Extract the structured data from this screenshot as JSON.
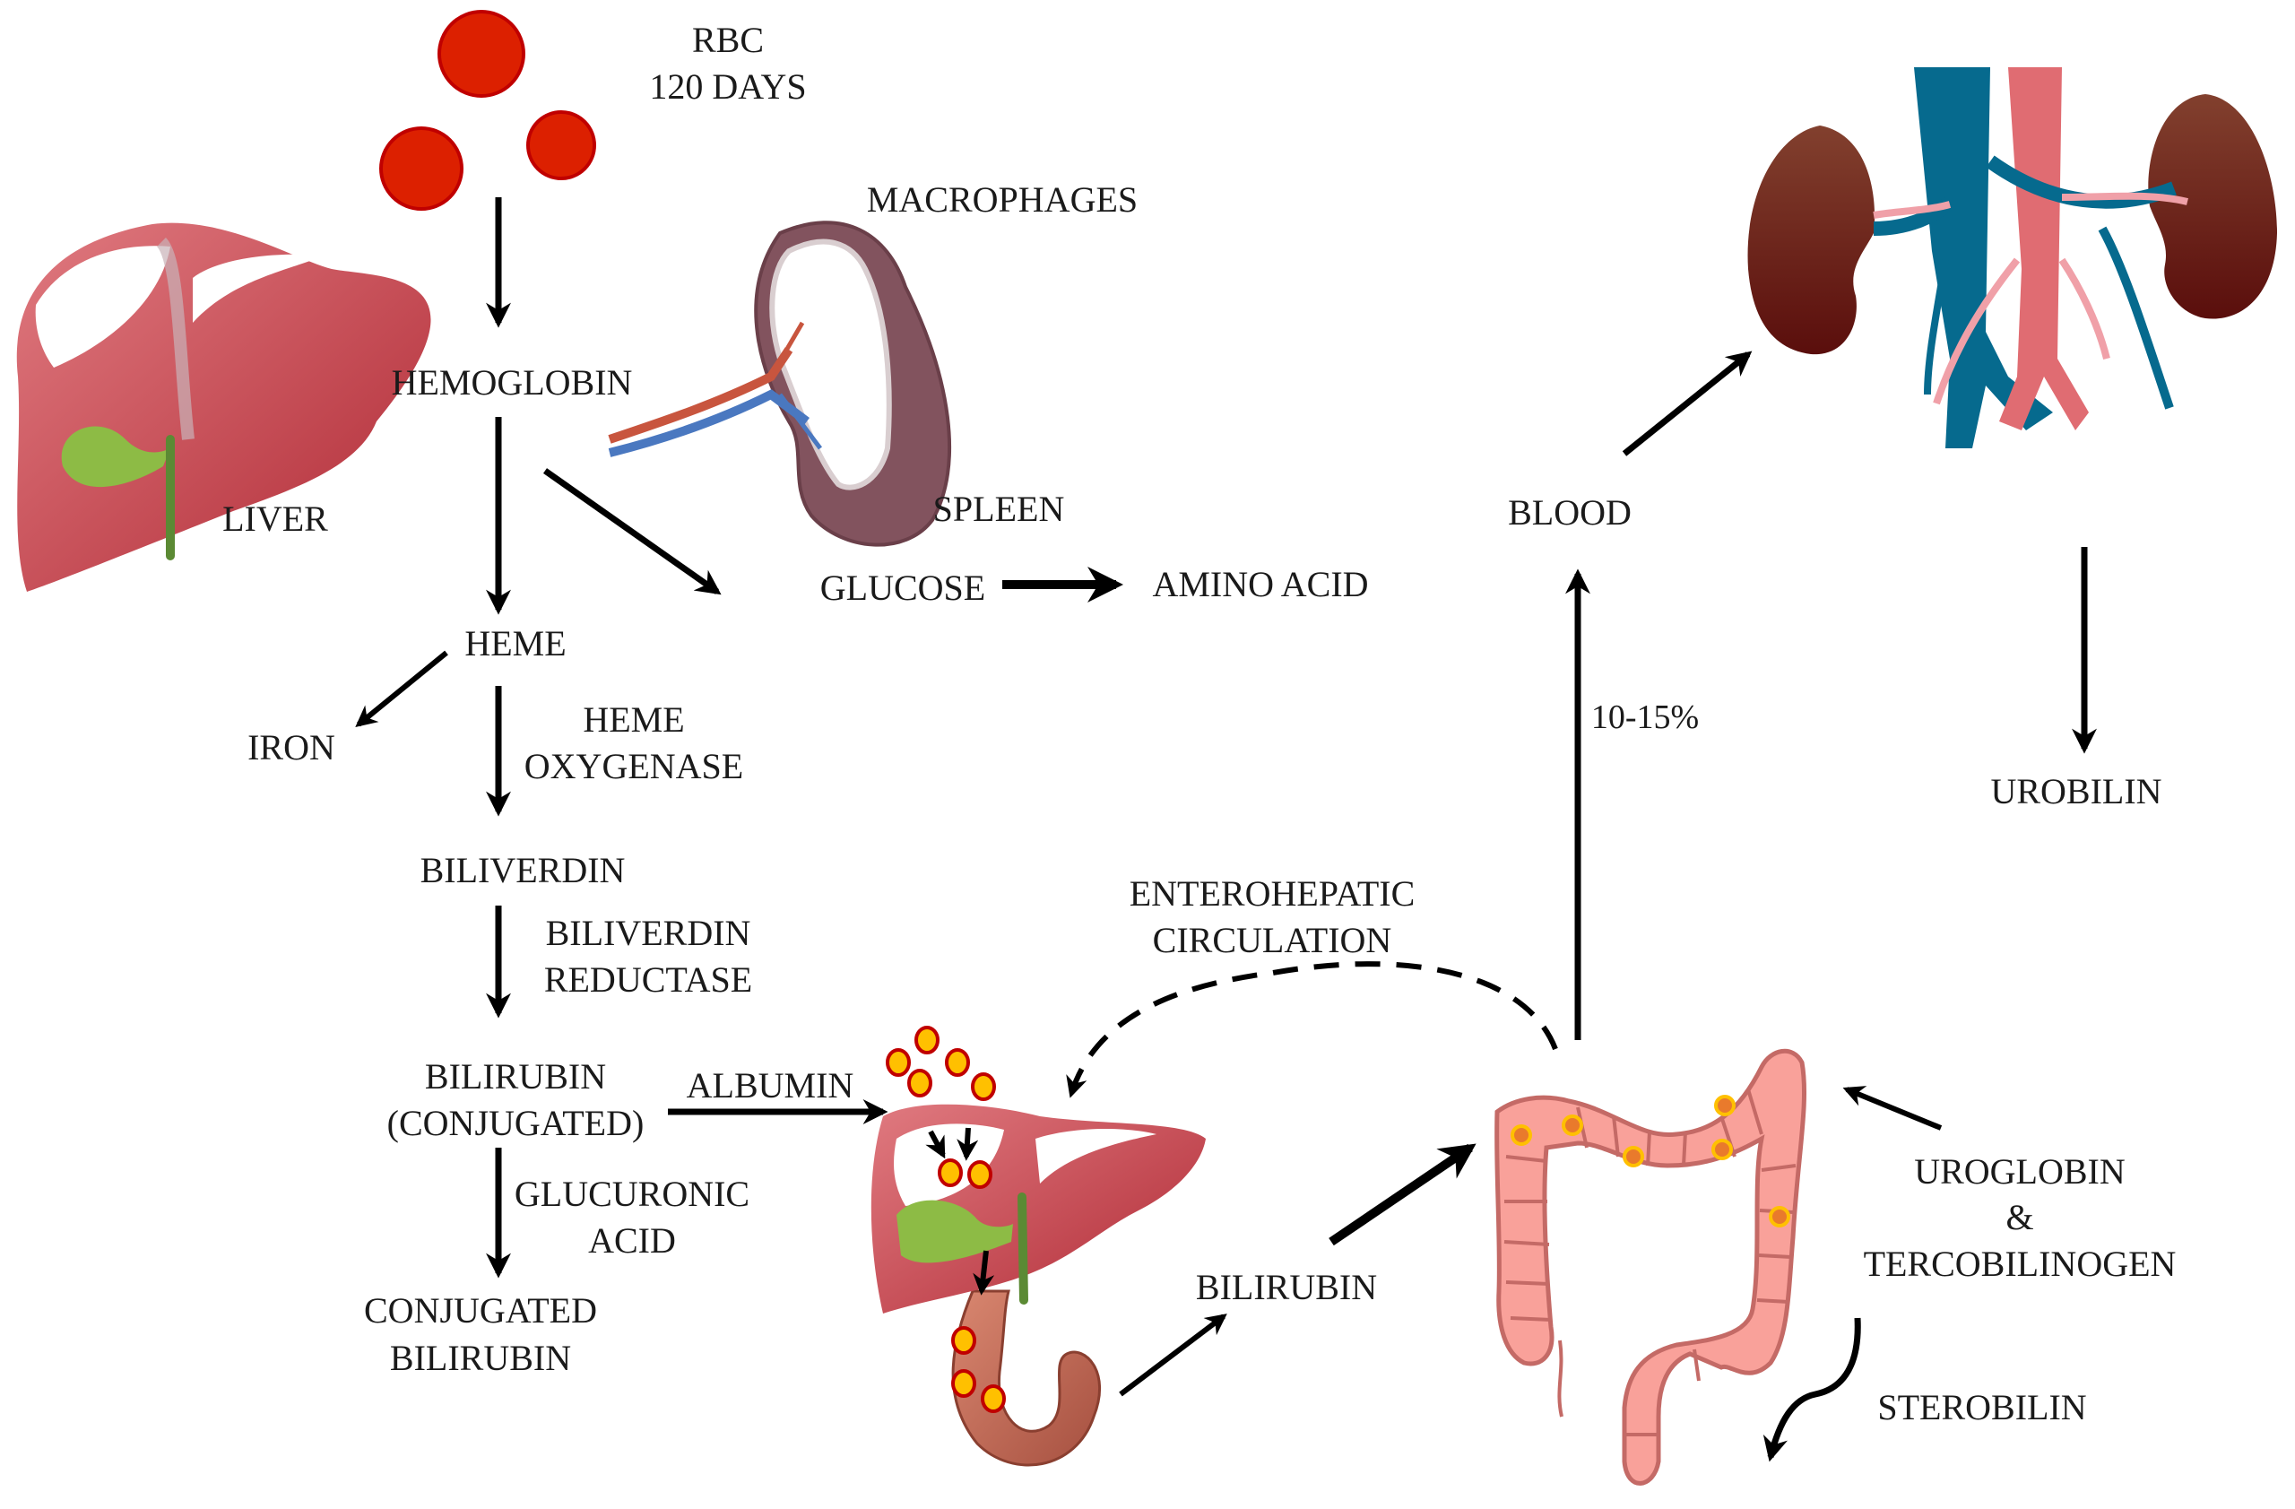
{
  "title": "Bilirubin metabolism pathway",
  "labels": {
    "rbc_line1": "RBC",
    "rbc_line2": "120 DAYS",
    "hemoglobin": "HEMOGLOBIN",
    "macrophages": "MACROPHAGES",
    "liver": "LIVER",
    "spleen": "SPLEEN",
    "glucose": "GLUCOSE",
    "amino_acid": "AMINO ACID",
    "heme": "HEME",
    "iron": "IRON",
    "heme_oxygenase_line1": "HEME",
    "heme_oxygenase_line2": "OXYGENASE",
    "biliverdin": "BILIVERDIN",
    "biliverdin_reductase_line1": "BILIVERDIN",
    "biliverdin_reductase_line2": "REDUCTASE",
    "bilirubin_conj_line1": "BILIRUBIN",
    "bilirubin_conj_line2": "(CONJUGATED)",
    "albumin": "ALBUMIN",
    "glucuronic_line1": "GLUCURONIC",
    "glucuronic_line2": "ACID",
    "conjugated_bilirubin_line1": "CONJUGATED",
    "conjugated_bilirubin_line2": "BILIRUBIN",
    "enterohepatic_line1": "ENTEROHEPATIC",
    "enterohepatic_line2": "CIRCULATION",
    "blood": "BLOOD",
    "percent": "10-15%",
    "urobilin": "UROBILIN",
    "bilirubin": "BILIRUBIN",
    "uroglobin_line1": "UROGLOBIN",
    "uroglobin_line2": "&",
    "uroglobin_line3": "TERCOBILINOGEN",
    "sterobilin": "STEROBILIN"
  },
  "icons": {
    "rbc": "red-blood-cells-icon",
    "liver": "liver-icon",
    "spleen": "spleen-icon",
    "kidneys": "kidneys-icon",
    "liver_duodenum": "liver-duodenum-icon",
    "colon": "large-intestine-icon"
  },
  "colors": {
    "rbc": "#DC2000",
    "liver": "#C63A45",
    "gallbladder": "#8DBB45",
    "spleen": "#82535E",
    "kidney": "#6E2218",
    "vein": "#066A8E",
    "artery": "#E06C72",
    "colon": "#F9A19A",
    "bilirubin_dot": "#FFC000"
  }
}
